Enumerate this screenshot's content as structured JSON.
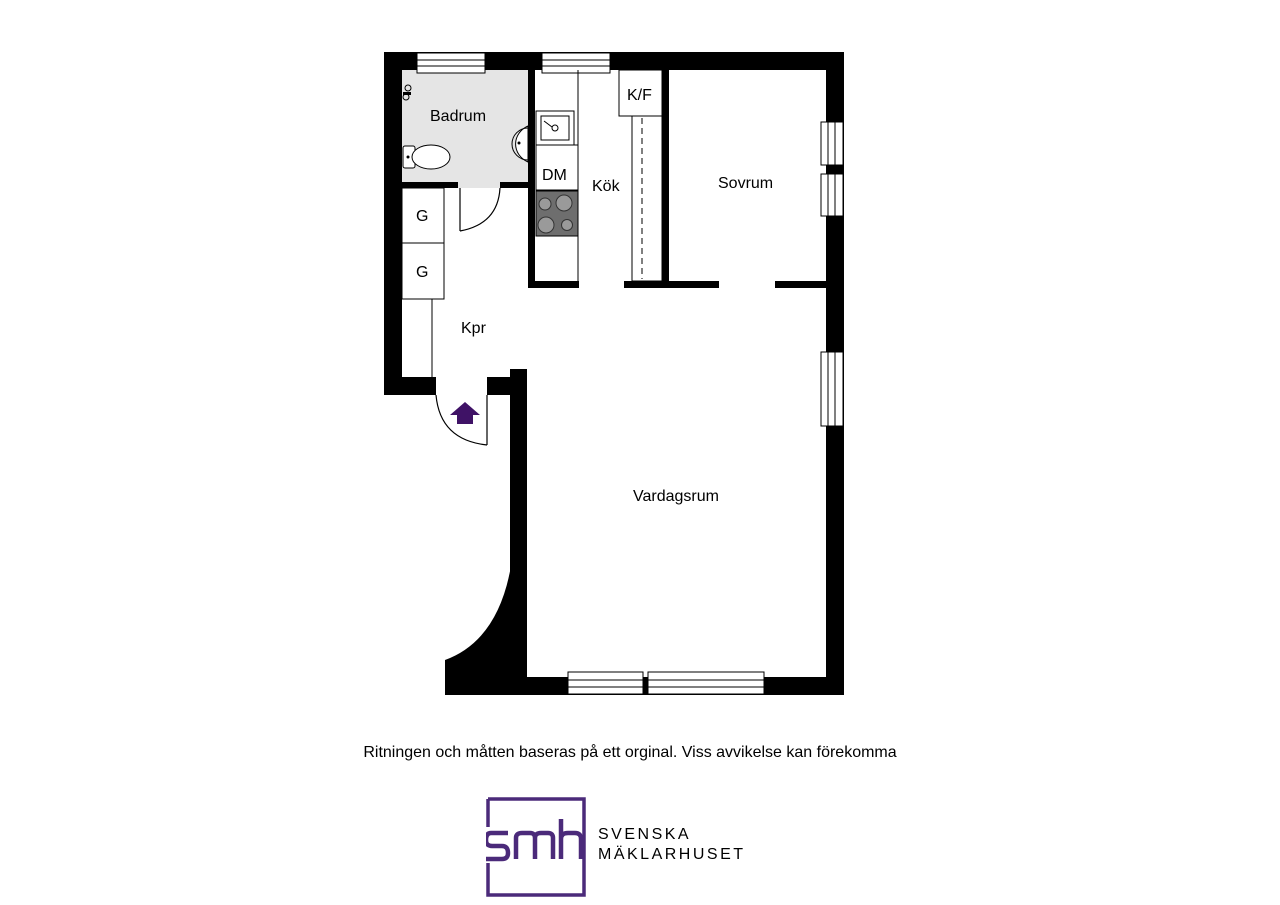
{
  "floorplan": {
    "rooms": {
      "badrum": "Badrum",
      "dm": "DM",
      "kok": "Kök",
      "kf": "K/F",
      "sovrum": "Sovrum",
      "kpr": "Kpr",
      "vardagsrum": "Vardagsrum",
      "garderob_1": "G",
      "garderob_2": "G"
    }
  },
  "disclaimer": "Ritningen och måtten baseras på ett orginal. Viss avvikelse kan förekomma",
  "logo": {
    "mark_text": "smh",
    "line1": "SVENSKA",
    "line2": "MÄKLARHUSET"
  },
  "colors": {
    "wall": "#000000",
    "bathroom_floor": "#e5e5e5",
    "brand_purple": "#4b2a7a",
    "entrance_arrow": "#3f1266"
  }
}
